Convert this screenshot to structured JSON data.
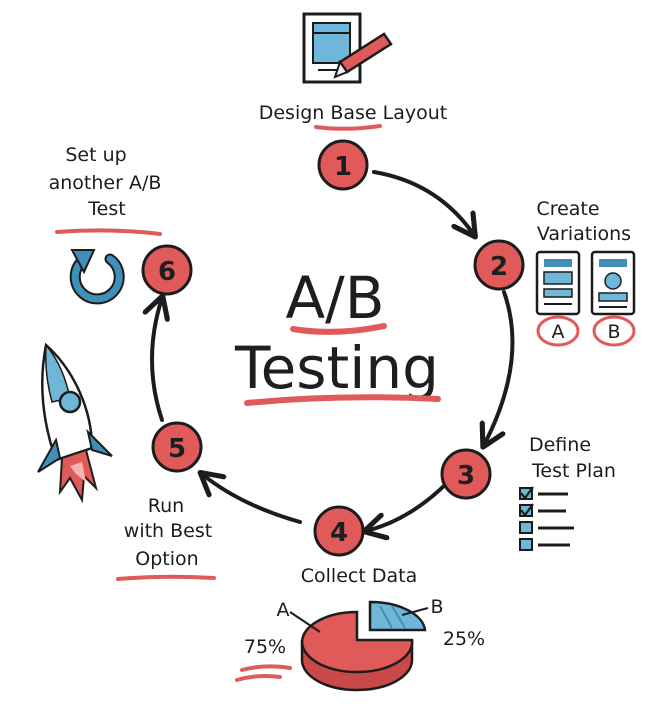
{
  "title": {
    "line1": "A/B",
    "line2": "Testing"
  },
  "steps": [
    {
      "number": "1",
      "label": "Design Base Layout"
    },
    {
      "number": "2",
      "label_lines": [
        "Create",
        "Variations"
      ]
    },
    {
      "number": "3",
      "label_lines": [
        "Define",
        "Test Plan"
      ]
    },
    {
      "number": "4",
      "label": "Collect Data"
    },
    {
      "number": "5",
      "label_lines": [
        "Run",
        "with Best",
        "Option"
      ]
    },
    {
      "number": "6",
      "label_lines": [
        "Set up",
        "another A/B",
        "Test"
      ]
    }
  ],
  "variations": {
    "a": "A",
    "b": "B"
  },
  "pie": {
    "a_label": "A",
    "a_value": "75%",
    "b_label": "B",
    "b_value": "25%"
  },
  "colors": {
    "accent_red": "#e05a5a",
    "accent_blue": "#3f8fb8",
    "ink": "#1c1c1c"
  },
  "icons": [
    "layout-pencil-icon",
    "variation-screens-icon",
    "checklist-icon",
    "pie-chart-icon",
    "rocket-icon",
    "refresh-arrow-icon"
  ]
}
